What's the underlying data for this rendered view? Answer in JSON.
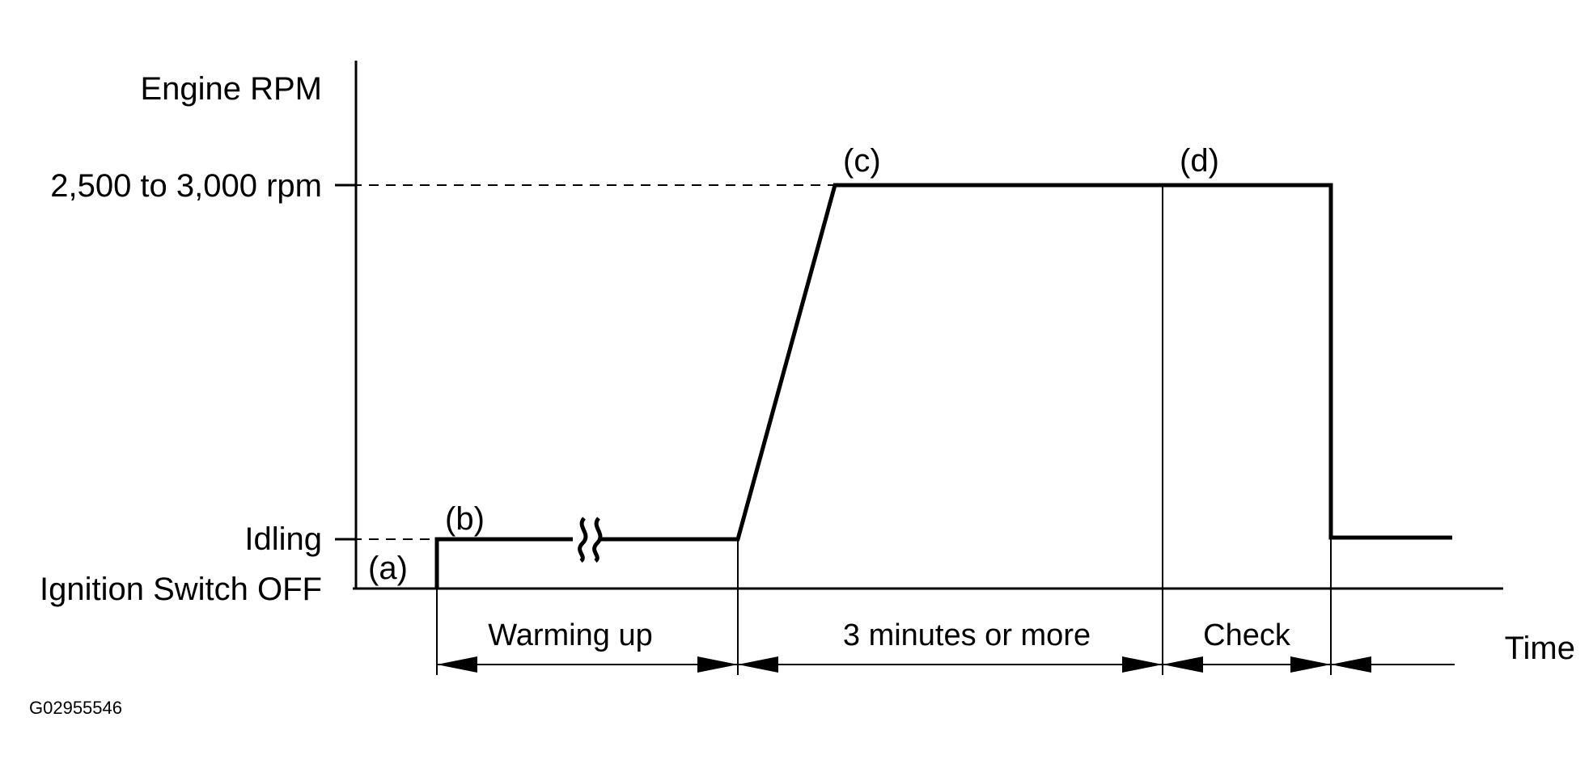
{
  "axis": {
    "y_title": "Engine RPM",
    "x_title": "Time",
    "levels": {
      "high": "2,500 to 3,000 rpm",
      "idle": "Idling",
      "off": "Ignition Switch OFF"
    }
  },
  "points": {
    "a": "(a)",
    "b": "(b)",
    "c": "(c)",
    "d": "(d)"
  },
  "periods": {
    "warming": "Warming up",
    "hold": "3 minutes or more",
    "check": "Check"
  },
  "figure_code": "G02955546",
  "colors": {
    "line": "#000000",
    "background": "#ffffff"
  }
}
